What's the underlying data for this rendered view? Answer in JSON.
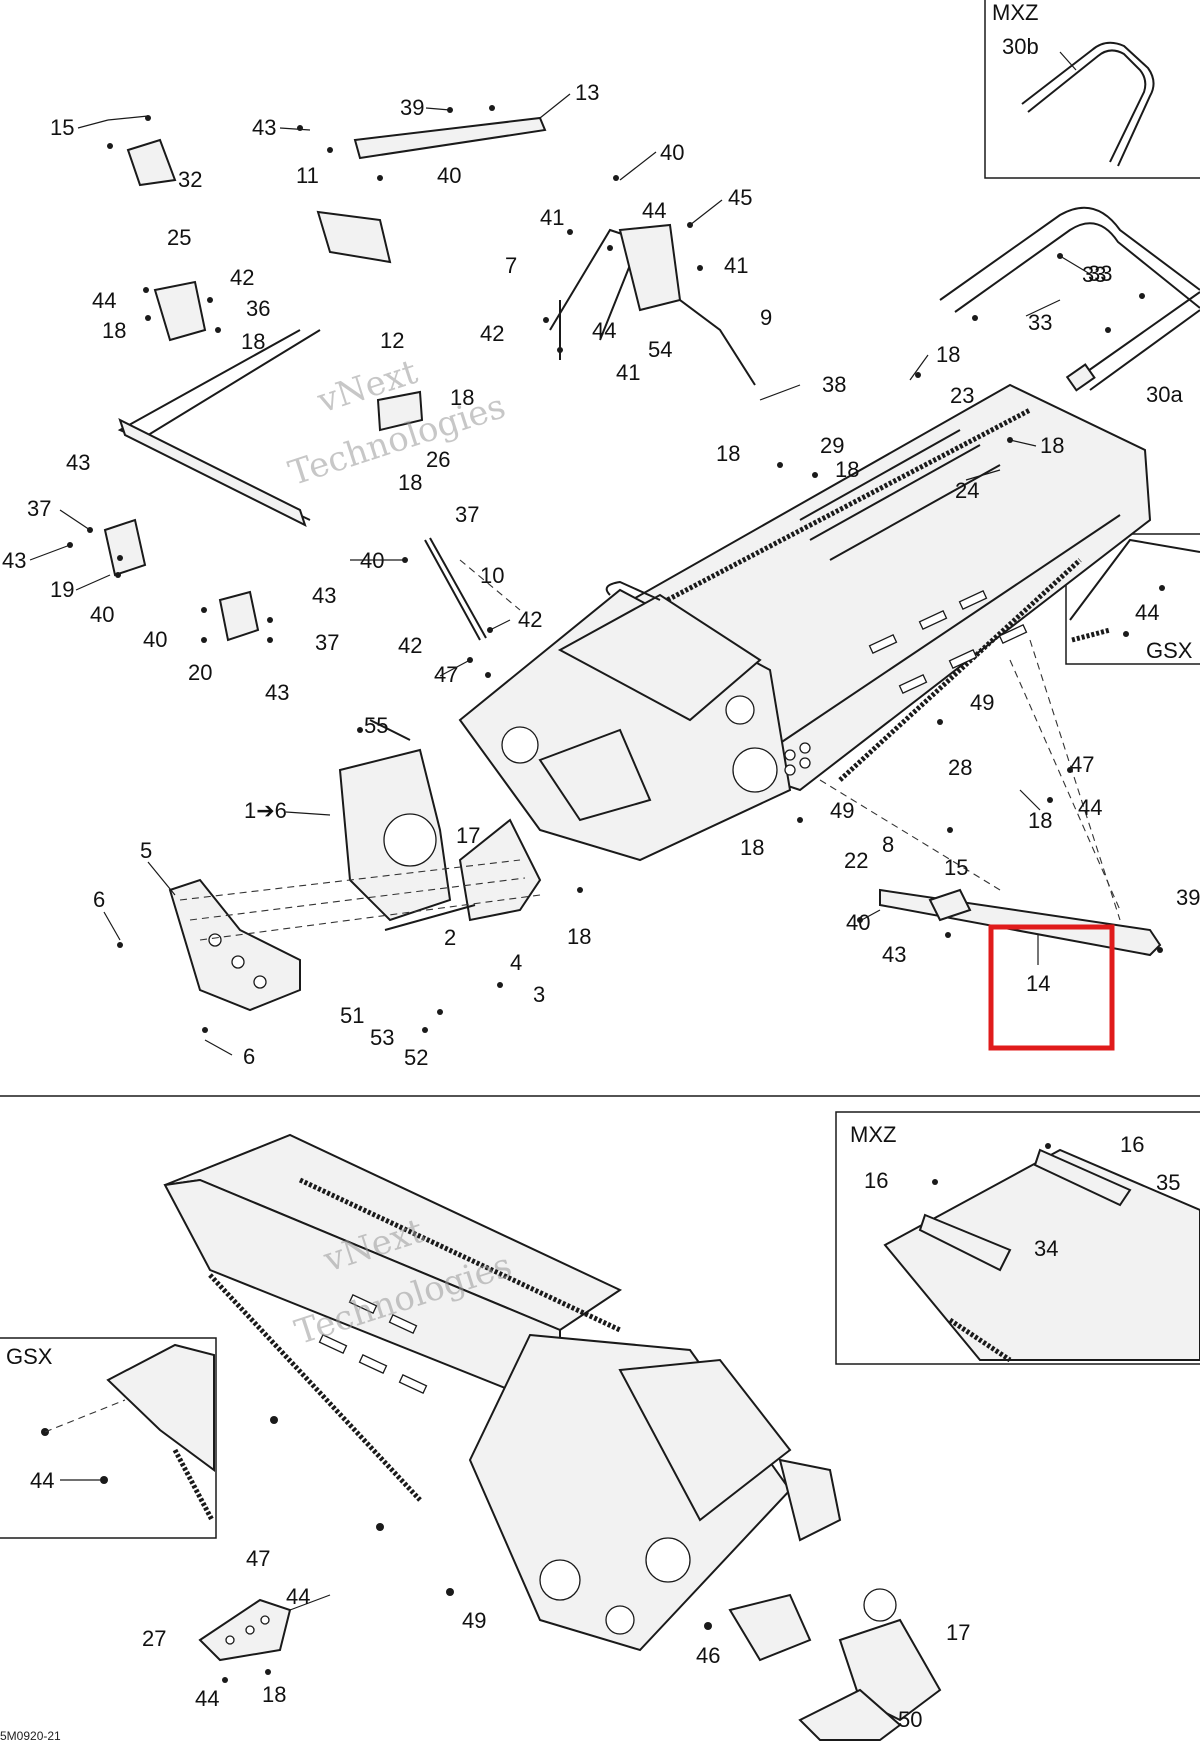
{
  "diagram": {
    "upper_callouts": [
      "15",
      "32",
      "43",
      "39",
      "13",
      "11",
      "40",
      "40",
      "41",
      "44",
      "45",
      "7",
      "41",
      "25",
      "44",
      "42",
      "36",
      "18",
      "18",
      "12",
      "42",
      "44",
      "9",
      "54",
      "41",
      "38",
      "18",
      "18",
      "26",
      "18",
      "23",
      "18",
      "29",
      "18",
      "24",
      "18",
      "43",
      "37",
      "43",
      "19",
      "40",
      "37",
      "40",
      "10",
      "42",
      "42",
      "47",
      "43",
      "40",
      "37",
      "20",
      "43",
      "55",
      "1➔6",
      "17",
      "5",
      "6",
      "2",
      "4",
      "3",
      "51",
      "53",
      "52",
      "6",
      "18",
      "49",
      "49",
      "28",
      "47",
      "44",
      "18",
      "8",
      "15",
      "18",
      "22",
      "40",
      "43",
      "39",
      "14",
      "33",
      "33",
      "44"
    ],
    "lower_callouts": [
      "16",
      "16",
      "35",
      "34",
      "44",
      "47",
      "44",
      "27",
      "44",
      "18",
      "49",
      "46",
      "17",
      "50"
    ],
    "inset_labels": {
      "mxz_top": "MXZ",
      "gsx_right": "GSX",
      "mxz_lower": "MXZ",
      "gsx_lower": "GSX"
    },
    "inset_part_labels": {
      "handle": "30b",
      "bumper": "30a"
    },
    "highlight": {
      "label": "14",
      "color": "#e01b1b"
    },
    "watermark": {
      "line1": "vNext",
      "line2": "Technologies"
    },
    "drawing_code": "5M0920-21"
  }
}
